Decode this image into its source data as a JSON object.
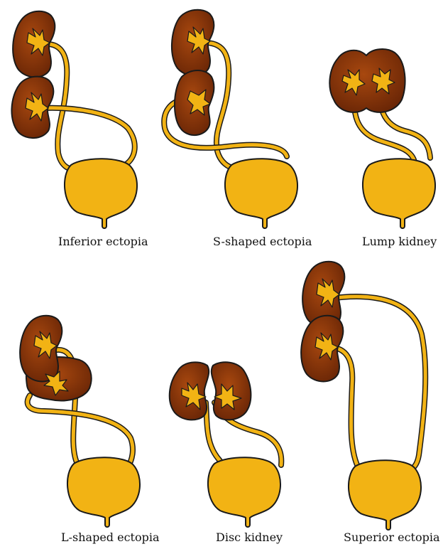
{
  "colors": {
    "kidney": "#7a3008",
    "kidney_highlight": "#a8480f",
    "tube": "#f2b314",
    "bladder": "#f2b314",
    "outline": "#1a1a1a",
    "background": "#ffffff"
  },
  "panels": [
    {
      "id": "inferior",
      "label": "Inferior ectopia"
    },
    {
      "id": "s-shaped",
      "label": "S-shaped ectopia"
    },
    {
      "id": "lump",
      "label": "Lump kidney"
    },
    {
      "id": "l-shaped",
      "label": "L-shaped ectopia"
    },
    {
      "id": "disc",
      "label": "Disc kidney"
    },
    {
      "id": "superior",
      "label": "Superior ectopia"
    }
  ]
}
